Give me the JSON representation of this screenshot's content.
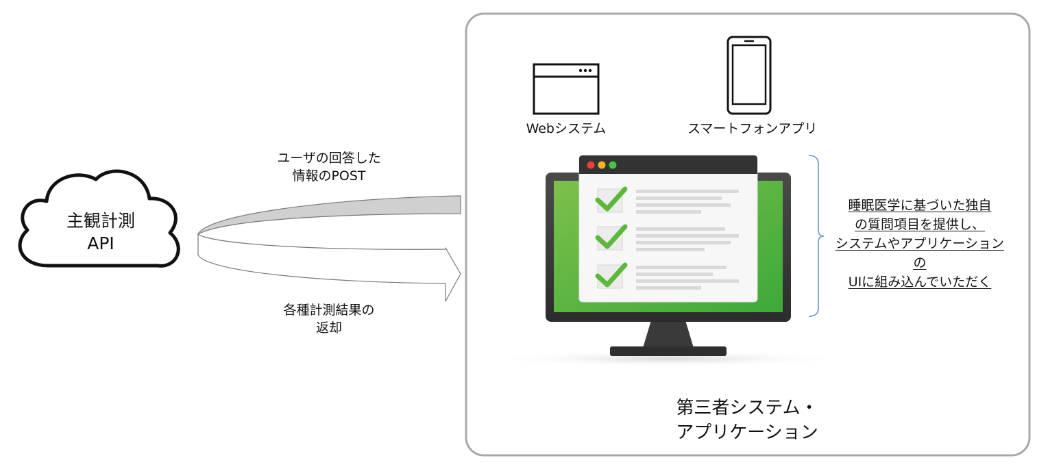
{
  "cloud": {
    "line1": "主観計測",
    "line2": "API"
  },
  "arrows": {
    "post_line1": "ユーザの回答した",
    "post_line2": "情報のPOST",
    "return_line1": "各種計測結果の",
    "return_line2": "返却"
  },
  "system_box": {
    "web_label": "Webシステム",
    "app_label": "スマートフォンアプリ",
    "title_line1": "第三者システム・",
    "title_line2": "アプリケーション"
  },
  "description": {
    "lines": [
      "睡眠医学に基づいた独自",
      "の質問項目を提供し、",
      "システムやアプリケーションの",
      "UIに組み込んでいただく"
    ]
  },
  "colors": {
    "screen_green": "#4caf32",
    "checkmark_green": "#5cb83a",
    "window_dot_red": "#e8413a",
    "window_dot_yellow": "#f2b320",
    "window_dot_green": "#4cc24a",
    "bracket_blue": "#7aa0d4",
    "arrow_gray": "#d0d0d0",
    "box_border": "#a8a8a8"
  },
  "icons": [
    "cloud-icon",
    "browser-window-icon",
    "smartphone-icon",
    "monitor-icon",
    "checkmark-icon"
  ]
}
